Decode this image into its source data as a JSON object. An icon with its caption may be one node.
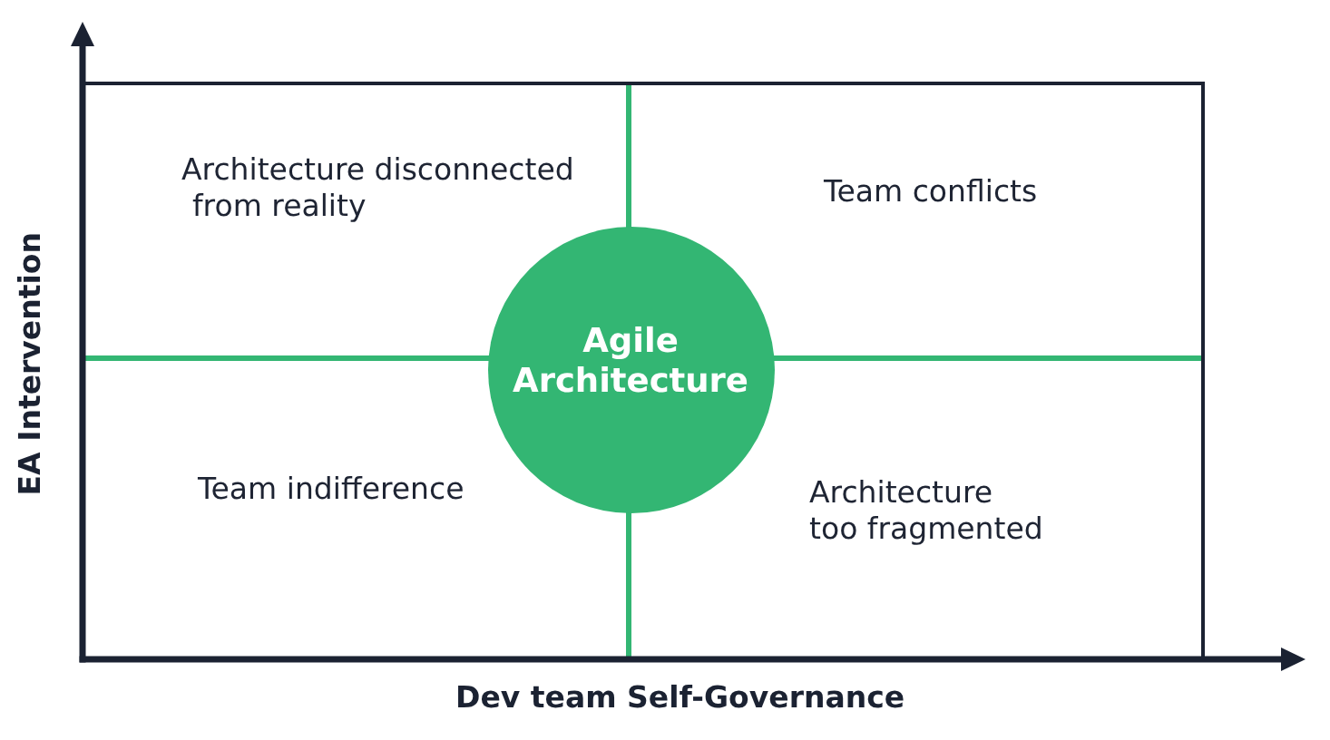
{
  "diagram": {
    "nodes": [
      {
        "text": [
          "Agile Architecture"
        ]
      }
    ],
    "labels": [
      "Architecture disconnected from reality",
      "Team conflicts",
      "Team indifference",
      "Architecture too fragmented",
      "EA Intervention",
      "Dev team Self-Governance"
    ]
  }
}
